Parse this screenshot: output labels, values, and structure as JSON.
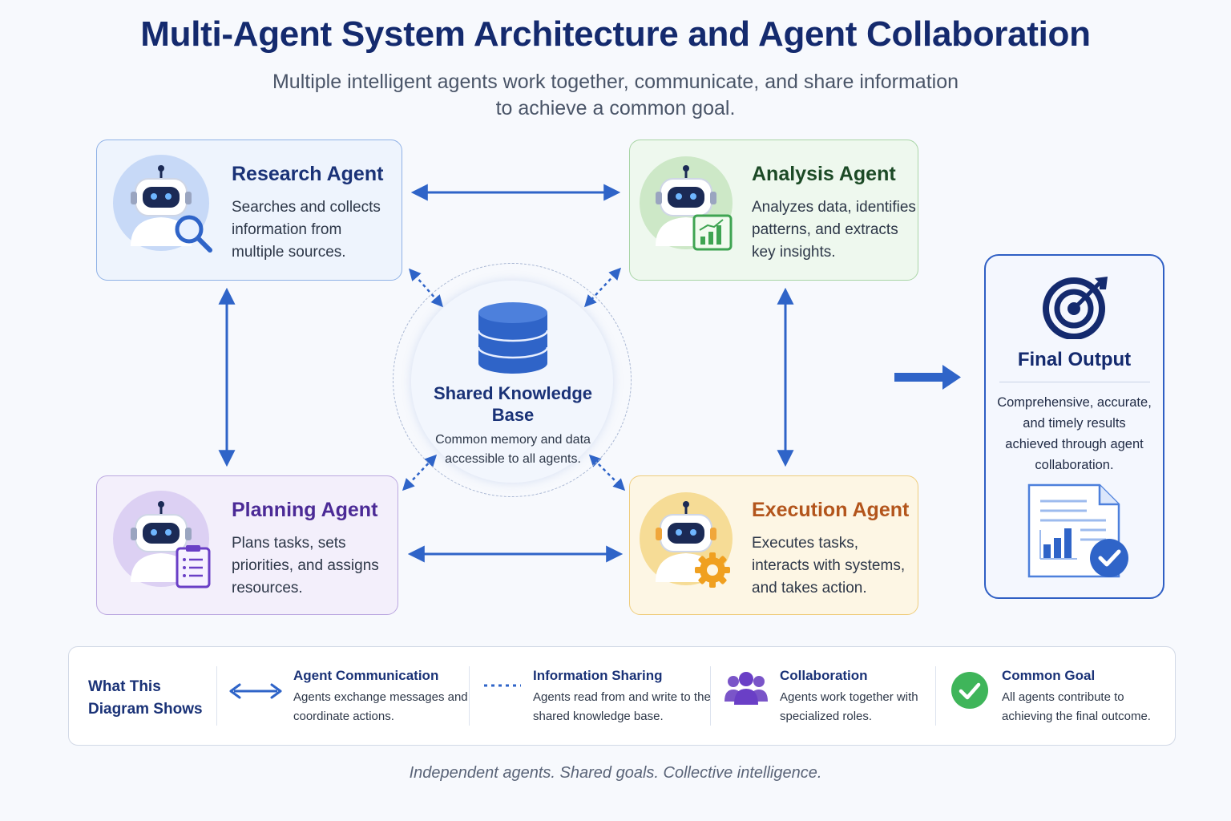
{
  "header": {
    "title": "Multi-Agent System Architecture and Agent Collaboration",
    "subtitle_line1": "Multiple intelligent agents work together, communicate, and share information",
    "subtitle_line2": "to achieve a common goal."
  },
  "agents": {
    "research": {
      "title": "Research Agent",
      "description": "Searches and collects information from multiple sources.",
      "icon": "magnifier-icon",
      "color": "#1a3277"
    },
    "analysis": {
      "title": "Analysis Agent",
      "description": "Analyzes data, identifies patterns, and extracts key insights.",
      "icon": "bar-chart-icon",
      "color": "#1c4a26"
    },
    "planning": {
      "title": "Planning Agent",
      "description": "Plans tasks, sets priorities, and assigns resources.",
      "icon": "clipboard-icon",
      "color": "#4b2a96"
    },
    "execution": {
      "title": "Execution Agent",
      "description": "Executes tasks, interacts with systems, and takes action.",
      "icon": "gear-icon",
      "color": "#b3551c"
    }
  },
  "knowledge_base": {
    "title": "Shared Knowledge Base",
    "description": "Common memory and data accessible to all agents.",
    "icon": "database-icon"
  },
  "final_output": {
    "title": "Final Output",
    "description": "Comprehensive, accurate, and timely results achieved through agent collaboration.",
    "icons": [
      "target-icon",
      "report-check-icon"
    ]
  },
  "legend": {
    "heading": "What This Diagram Shows",
    "items": [
      {
        "title": "Agent Communication",
        "description": "Agents exchange messages and coordinate actions.",
        "icon": "double-arrow-icon"
      },
      {
        "title": "Information Sharing",
        "description": "Agents read from and write to the shared knowledge base.",
        "icon": "dotted-line-icon"
      },
      {
        "title": "Collaboration",
        "description": "Agents work together with specialized roles.",
        "icon": "people-icon"
      },
      {
        "title": "Common Goal",
        "description": "All agents contribute to achieving the final outcome.",
        "icon": "check-circle-icon"
      }
    ]
  },
  "tagline": "Independent agents. Shared goals. Collective intelligence.",
  "colors": {
    "accent": "#2f64c8",
    "title": "#142a6e"
  }
}
